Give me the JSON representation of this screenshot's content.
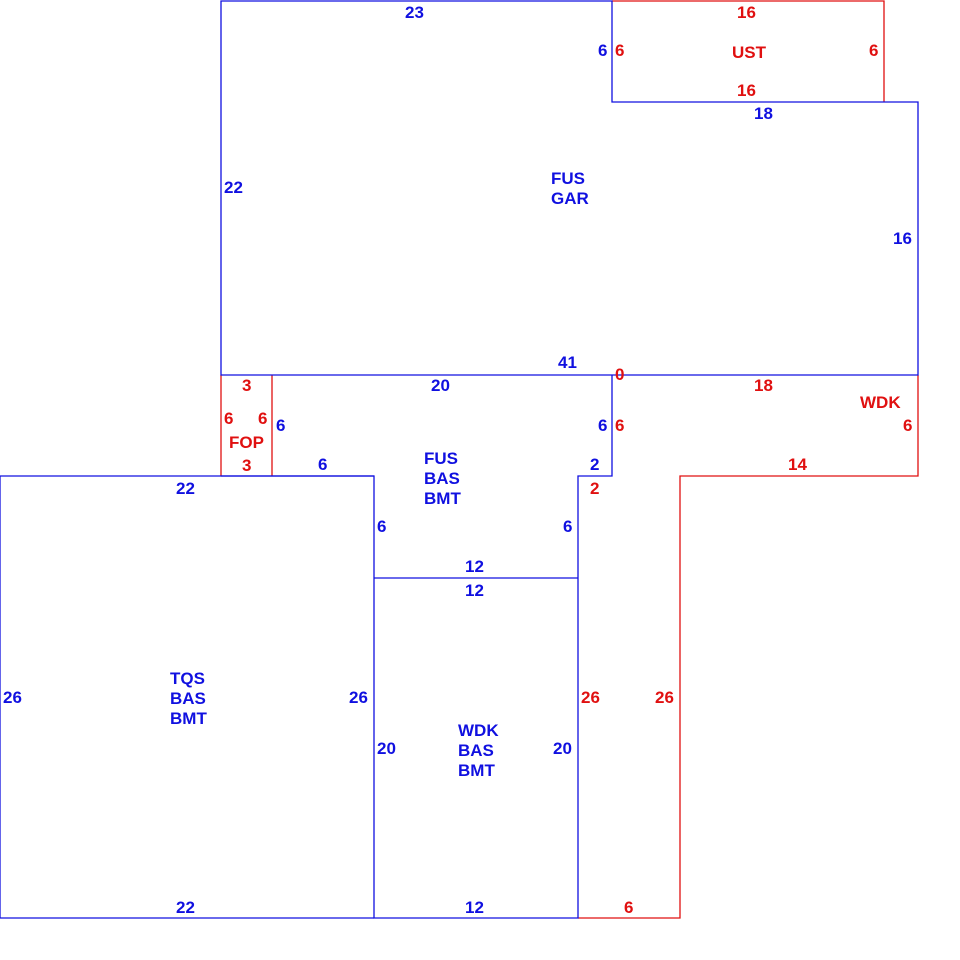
{
  "colors": {
    "blue": "#1010e0",
    "red": "#e01010"
  },
  "areas": {
    "gar": [
      "FUS",
      "GAR"
    ],
    "ust": "UST",
    "fop": "FOP",
    "wdk": "WDK",
    "fus_bas": [
      "FUS",
      "BAS",
      "BMT"
    ],
    "tqs": [
      "TQS",
      "BAS",
      "BMT"
    ],
    "wdk_bas": [
      "WDK",
      "BAS",
      "BMT"
    ]
  },
  "dims": {
    "gar_top": "23",
    "gar_left": "22",
    "gar_right": "16",
    "gar_step": "6",
    "gar_top_right": "18",
    "gar_bottom": "41",
    "ust_top": "16",
    "ust_bottom": "16",
    "ust_left": "6",
    "ust_right": "6",
    "fop_top": "3",
    "fop_bottom": "3",
    "fop_left": "6",
    "fop_right": "6",
    "fus_top": "20",
    "fus_left": "6",
    "fus_bottom_left": "6",
    "fus_right": "6",
    "fus_step": "2",
    "fus_inner_right": "6",
    "fus_inner_left": "6",
    "fus_mid": "12",
    "wdk_zero": "0",
    "wdk_top": "18",
    "wdk_right": "6",
    "wdk_left": "6",
    "wdk_step_bottom": "14",
    "wdk_step": "2",
    "wdk_inner": "26",
    "wdk_outer": "26",
    "wdk_bottom": "6",
    "tqs_top": "22",
    "tqs_left": "26",
    "tqs_right": "26",
    "tqs_bottom": "22",
    "wb_top": "12",
    "wb_left": "20",
    "wb_right": "20",
    "wb_bottom": "12"
  }
}
